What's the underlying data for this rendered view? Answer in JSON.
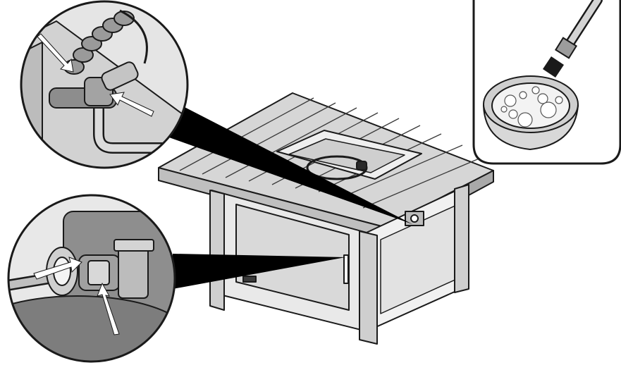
{
  "diagram": {
    "caption": "",
    "colors": {
      "outline": "#1a1a1a",
      "panel_light": "#e6e6e6",
      "panel_mid": "#cfcfcf",
      "panel_dark": "#8e8e8e",
      "callout_beam": "#000000",
      "arrow": "#ffffff",
      "bubble_fill": "#f2f2f2"
    },
    "callouts": [
      {
        "name": "valve-connection-detail",
        "arrows": 2
      },
      {
        "name": "tank-regulator-detail",
        "arrows": 2
      },
      {
        "name": "soapy-water-inset",
        "arrows": 0
      }
    ],
    "icons": [
      "fire-table",
      "leak-check-brush",
      "soap-bowl",
      "burner-ring",
      "igniter-knob",
      "door-handle"
    ]
  }
}
